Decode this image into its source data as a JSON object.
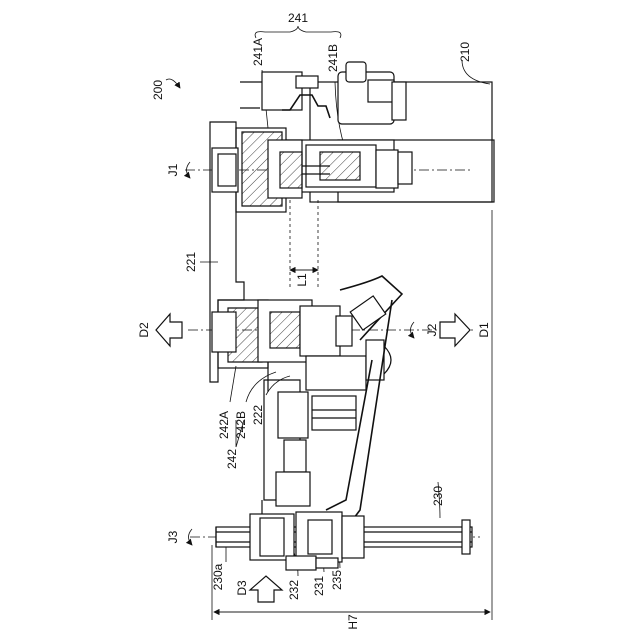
{
  "figure": {
    "labels": {
      "l200": "200",
      "l241": "241",
      "l241A": "241A",
      "l241B": "241B",
      "l210": "210",
      "lJ1": "J1",
      "l221": "221",
      "lL1": "L1",
      "lD2": "D2",
      "lJ2": "J2",
      "lD1": "D1",
      "l242A": "242A",
      "l242B": "242B",
      "l222": "222",
      "l242": "242",
      "l230": "230",
      "lJ3": "J3",
      "l230a": "230a",
      "lD3": "D3",
      "l232": "232",
      "l231": "231",
      "l235": "235",
      "lH7": "H7"
    },
    "colors": {
      "ink": "#111111",
      "paper": "#ffffff"
    }
  }
}
